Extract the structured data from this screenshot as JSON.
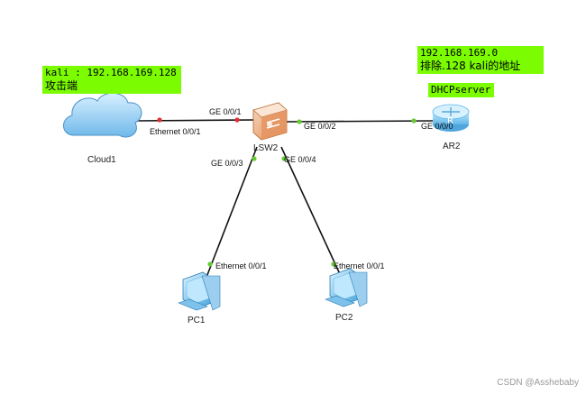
{
  "notes": {
    "attacker": {
      "line1": "kali : 192.168.169.128",
      "line2": "攻击端"
    },
    "dhcp_pool": {
      "line1": "192.168.169.0",
      "line2": "排除.128 kali的地址"
    },
    "server_role": {
      "line1": "DHCPserver"
    }
  },
  "devices": {
    "cloud": "Cloud1",
    "switch": "LSW2",
    "router": "AR2",
    "pc1": "PC1",
    "pc2": "PC2"
  },
  "ports": {
    "cloud_eth": "Ethernet 0/0/1",
    "sw_ge1": "GE 0/0/1",
    "sw_ge2": "GE 0/0/2",
    "sw_ge3": "GE 0/0/3",
    "sw_ge4": "GE 0/0/4",
    "ar_ge0": "GE 0/0/0",
    "pc1_eth": "Ethernet 0/0/1",
    "pc2_eth": "Ethernet 0/0/1"
  },
  "watermark": "CSDN @Asshebaby",
  "colors": {
    "note_bg": "#7cfc00",
    "link": "#111111",
    "port_up": "#66cc33",
    "port_down": "#e03030"
  }
}
